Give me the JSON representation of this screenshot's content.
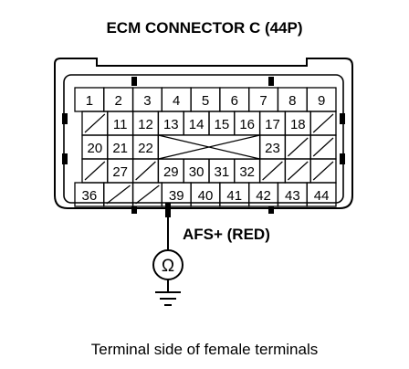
{
  "title": "ECM CONNECTOR C (44P)",
  "caption": "Terminal side of female terminals",
  "signal_label": "AFS+ (RED)",
  "probe_pin": "39",
  "meter_symbol": "Ω",
  "rows": [
    [
      "1",
      "2",
      "3",
      "4",
      "5",
      "6",
      "7",
      "8",
      "9"
    ],
    [
      "/",
      "11",
      "12",
      "13",
      "14",
      "15",
      "16",
      "17",
      "18",
      "/"
    ],
    [
      "20",
      "21",
      "22",
      "X",
      "X",
      "X",
      "X",
      "23",
      "/",
      "/"
    ],
    [
      "/",
      "27",
      "/",
      "29",
      "30",
      "31",
      "32",
      "/",
      "/",
      "/"
    ],
    [
      "36",
      "/",
      "/",
      "39",
      "40",
      "41",
      "42",
      "43",
      "44"
    ]
  ]
}
